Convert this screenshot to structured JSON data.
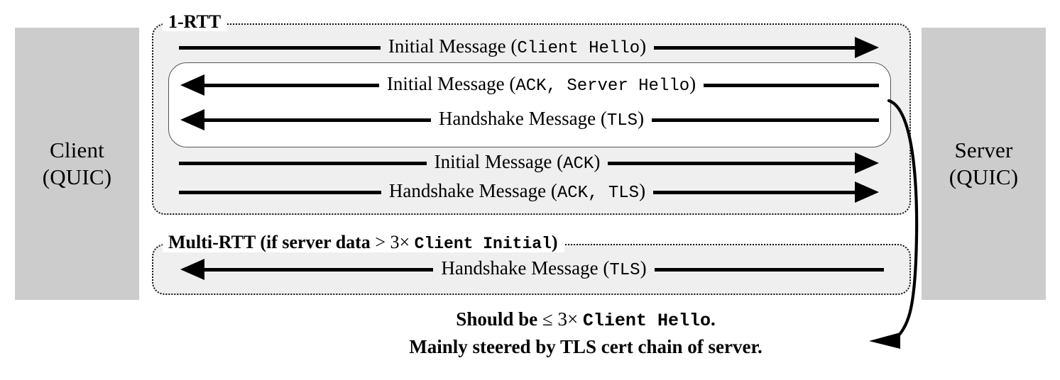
{
  "endpoints": {
    "client": {
      "name": "Client",
      "protocol": "(QUIC)"
    },
    "server": {
      "name": "Server",
      "protocol": "(QUIC)"
    }
  },
  "groups": {
    "rtt1": {
      "label": "1-RTT"
    },
    "multirtt": {
      "label_prefix": "Multi-RTT (if server data ",
      "label_relation": "> 3× ",
      "label_mono": "Client Initial",
      "label_suffix": ")"
    }
  },
  "messages": [
    {
      "id": "msg-0",
      "direction": "right",
      "text": "Initial Message (",
      "mono": "Client Hello",
      "text_end": ")",
      "region": "1-RTT"
    },
    {
      "id": "msg-1",
      "direction": "left",
      "text": "Initial Message (",
      "mono": "ACK, Server Hello",
      "text_end": ")",
      "region": "1-RTT"
    },
    {
      "id": "msg-2",
      "direction": "left",
      "text": "Handshake Message (",
      "mono": "TLS",
      "text_end": ")",
      "region": "1-RTT"
    },
    {
      "id": "msg-3",
      "direction": "right",
      "text": "Initial Message (",
      "mono": "ACK",
      "text_end": ")",
      "region": "1-RTT"
    },
    {
      "id": "msg-4",
      "direction": "right",
      "text": "Handshake Message (",
      "mono": "ACK, TLS",
      "text_end": ")",
      "region": "1-RTT"
    },
    {
      "id": "msg-5",
      "direction": "left",
      "text": "Handshake Message (",
      "mono": "TLS",
      "text_end": ")",
      "region": "Multi-RTT"
    }
  ],
  "annotation": {
    "line1_prefix": "Should be ",
    "line1_relation": "≤ 3× ",
    "line1_mono": "Client Hello",
    "line1_suffix": ".",
    "line2": "Mainly steered by TLS cert chain of server."
  },
  "colors": {
    "endpoint_fill": "#cccccc",
    "group_fill": "#efefef",
    "inner_fill": "#ffffff",
    "stroke": "#000000",
    "page_bg": "#ffffff"
  }
}
